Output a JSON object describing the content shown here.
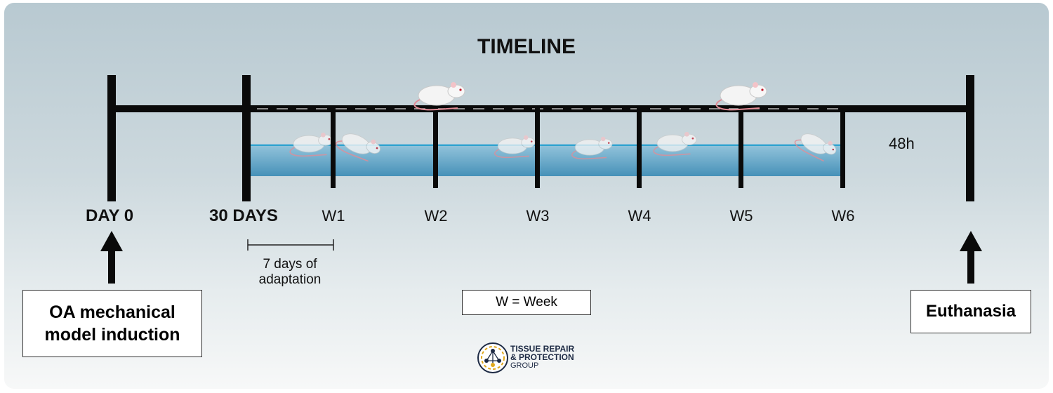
{
  "title": "TIMELINE",
  "day0_label": "DAY 0",
  "day30_label": "30 DAYS",
  "weeks": [
    "W1",
    "W2",
    "W3",
    "W4",
    "W5",
    "W6"
  ],
  "final_interval_label": "48h",
  "adaptation_label": "7 days of adaptation",
  "legend_label": "W = Week",
  "start_box_label": "OA mechanical model induction",
  "end_box_label": "Euthanasia",
  "logo": {
    "line1": "TISSUE REPAIR",
    "line2": "& PROTECTION",
    "line3": "GROUP"
  },
  "colors": {
    "line": "#0a0a0a",
    "water": "#6ea8c6",
    "water_edge": "#2fa3cf",
    "rat": "#f2f2f2",
    "logo_accent": "#e0a81c"
  },
  "icons": [
    "rat-icon",
    "arrow-up-icon",
    "network-logo-icon"
  ]
}
